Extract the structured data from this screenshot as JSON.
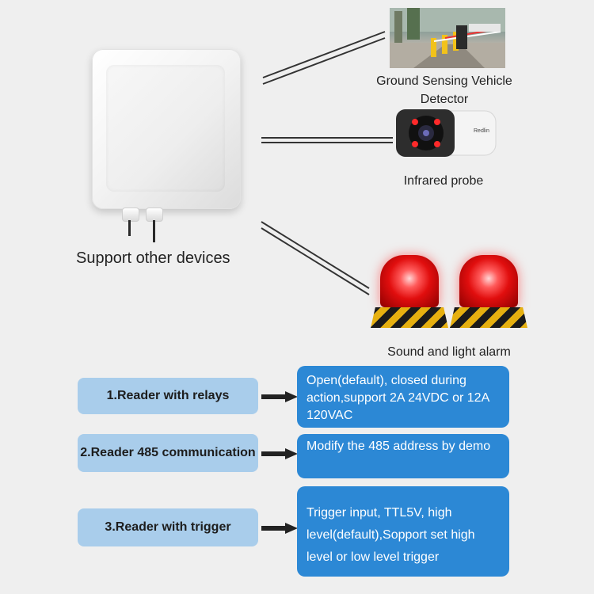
{
  "devices": {
    "reader_caption": "Support other devices",
    "vehicle_detector": "Ground Sensing Vehicle Detector",
    "infrared_probe": "Infrared probe",
    "alarm": "Sound and light alarm",
    "camera_brand": "Redlin"
  },
  "features": [
    {
      "title": "1.Reader with relays",
      "description": "Open(default), closed during action,support 2A 24VDC or 12A 120VAC"
    },
    {
      "title": "2.Reader 485 communication",
      "description": "Modify the 485 address by demo"
    },
    {
      "title": "3.Reader with trigger",
      "description": "Trigger input, TTL5V, high level(default),Sopport set high level or low level trigger"
    }
  ],
  "colors": {
    "background": "#efefef",
    "pill_left": "#a9cdeb",
    "pill_right": "#2c88d5",
    "alarm_red": "#e10e0e"
  }
}
